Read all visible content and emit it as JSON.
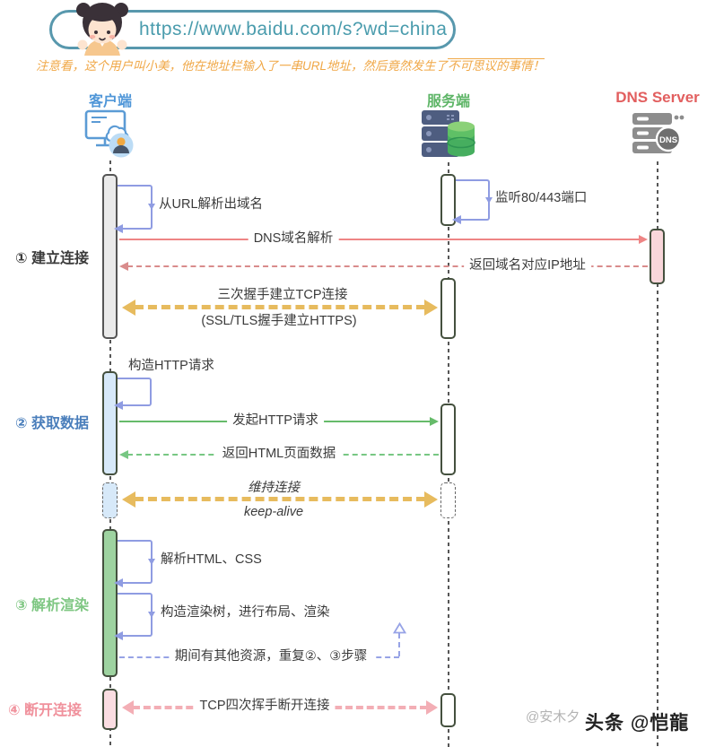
{
  "header": {
    "url": "https://www.baidu.com/s?wd=china",
    "caption_lead": "注意看，这个用户叫小美，他在地址栏输入了一串URL地址，然后竟然发生了",
    "caption_emph": "不可思议的事情！"
  },
  "actors": {
    "client": {
      "label": "客户端",
      "color": "#4f96d8"
    },
    "server": {
      "label": "服务端",
      "color": "#5eb567"
    },
    "dns": {
      "label": "DNS Server",
      "color": "#e25f5f"
    }
  },
  "sections": [
    {
      "label": "① 建立连接",
      "color": "#3a3a3a"
    },
    {
      "label": "② 获取数据",
      "color": "#4a7ebb"
    },
    {
      "label": "③ 解析渲染",
      "color": "#7fc783"
    },
    {
      "label": "④ 断开连接",
      "color": "#f0919c"
    }
  ],
  "messages": {
    "parse_domain": "从URL解析出域名",
    "listen_ports": "监听80/443端口",
    "dns_resolve": "DNS域名解析",
    "return_ip": "返回域名对应IP地址",
    "tcp_handshake": "三次握手建立TCP连接",
    "tls_handshake": "(SSL/TLS握手建立HTTPS)",
    "build_http": "构造HTTP请求",
    "send_http": "发起HTTP请求",
    "return_html": "返回HTML页面数据",
    "keep_conn": "维持连接",
    "keep_alive": "keep-alive",
    "parse_html": "解析HTML、CSS",
    "render_tree": "构造渲染树，进行布局、渲染",
    "other_resources": "期间有其他资源，重复②、③步骤",
    "tcp_close": "TCP四次挥手断开连接"
  },
  "watermarks": {
    "author": "@安木夕",
    "platform": "头条 @恺龍"
  },
  "icons": {
    "avatar": "girl-avatar-icon",
    "client": "monitor-cloud-user-icon",
    "server": "server-database-icon",
    "dns": "dns-server-icon"
  },
  "colors": {
    "arrow_red": "#ee8585",
    "arrow_red_dashed": "#d98c8c",
    "arrow_yellow": "#e7bb5e",
    "arrow_green": "#66bb6a",
    "arrow_green_dashed": "#77c783",
    "arrow_pink": "#f3aeb5",
    "loop_blue": "#8f9ce2",
    "caption_orange": "#f0a848",
    "url_teal": "#4a9cad"
  }
}
